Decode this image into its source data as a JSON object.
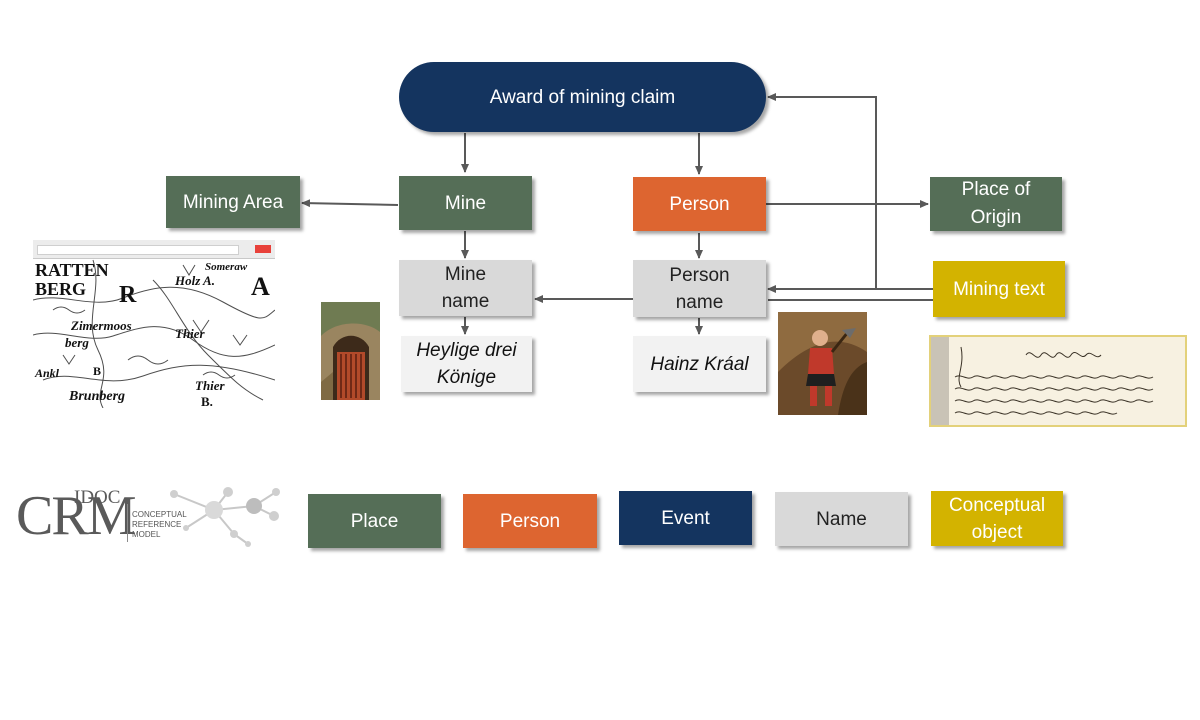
{
  "nodes": {
    "award": "Award of mining claim",
    "mine": "Mine",
    "person": "Person",
    "mining_area": "Mining Area",
    "place_of_origin_l1": "Place of",
    "place_of_origin_l2": "Origin",
    "mine_name_l1": "Mine",
    "mine_name_l2": "name",
    "person_name_l1": "Person",
    "person_name_l2": "name",
    "mining_text": "Mining text",
    "mine_value_l1": "Heylige drei",
    "mine_value_l2": "Könige",
    "person_value": "Hainz Kráal"
  },
  "legend": {
    "place": "Place",
    "person": "Person",
    "event": "Event",
    "name": "Name",
    "concept_l1": "Conceptual",
    "concept_l2": "object"
  },
  "map_labels": [
    "RATTEN",
    "BERG",
    "R",
    "Someraw",
    "Holz A.",
    "A",
    "Zimermoos",
    "berg",
    "Thier",
    "Thier",
    "B.",
    "B",
    "Brunberg",
    "Ankl"
  ],
  "logo": {
    "big": "CRM",
    "c": "C",
    "idoc": "IDOC",
    "line1": "CONCEPTUAL",
    "line2": "REFERENCE",
    "line3": "MODEL"
  },
  "colors": {
    "place": "#556e57",
    "person": "#dd6530",
    "event": "#14345f",
    "name": "#d9d9d9",
    "concept": "#d3b300",
    "edge": "#595959"
  }
}
